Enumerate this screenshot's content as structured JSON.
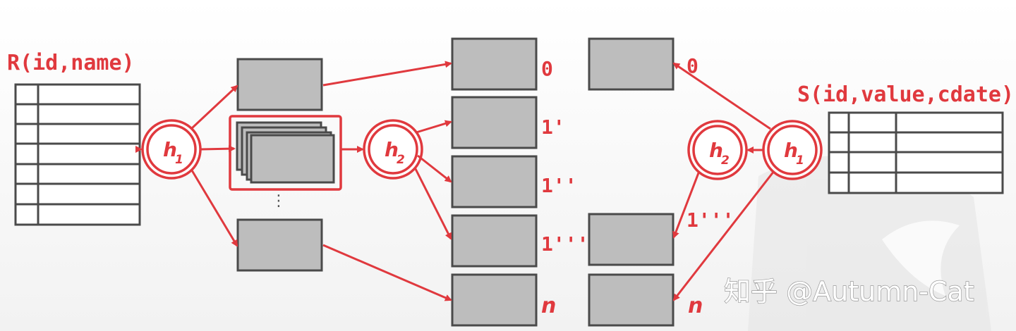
{
  "left_relation": {
    "label": "R(id,name)",
    "rows": 7,
    "columns": 2
  },
  "right_relation": {
    "label": "S(id,value,cdate)",
    "rows": 4,
    "columns": 3
  },
  "hash_functions": {
    "h1": {
      "main": "h",
      "sub": "1"
    },
    "h2": {
      "main": "h",
      "sub": "2"
    }
  },
  "bucket_labels": {
    "b0": "0",
    "b1": "1'",
    "b2": "1''",
    "b3": "1'''",
    "bn": "n"
  },
  "right_bucket_labels": {
    "r0": "0",
    "r3": "1'''",
    "rn": "n"
  },
  "ellipsis": "⋮",
  "watermark": "知乎 @Autumn-Cat",
  "colors": {
    "accent": "#e0393e",
    "bucket_fill": "#bdbdbd",
    "bucket_stroke": "#4a4a4a",
    "table_stroke": "#4a4a4a",
    "table_fill": "#ffffff"
  }
}
